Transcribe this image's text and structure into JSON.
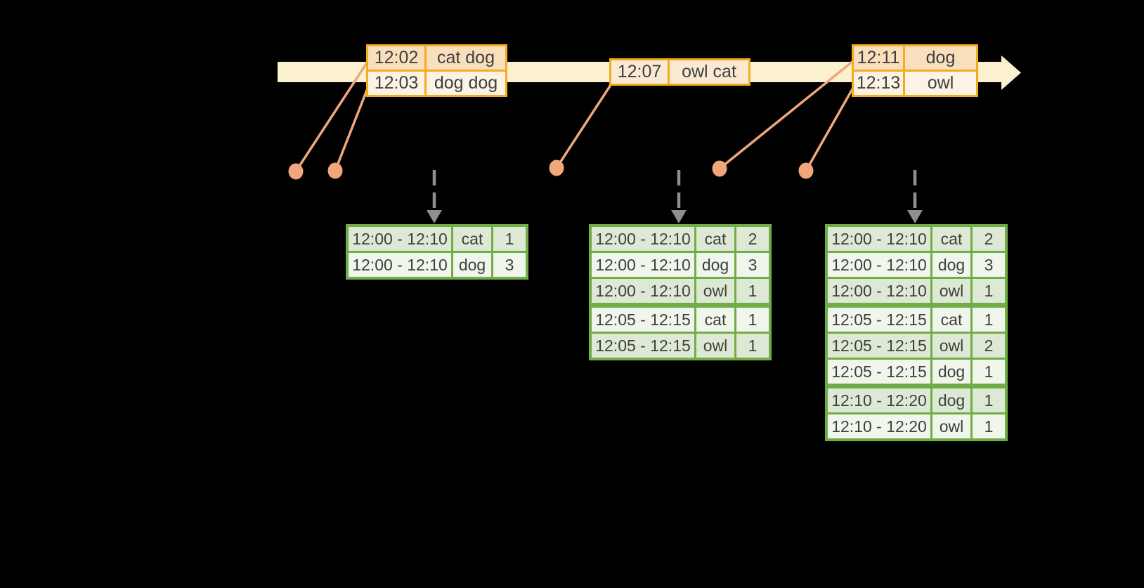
{
  "colors": {
    "background": "#000000",
    "timeline_fill": "#FBF1CE",
    "input_table_border": "#F3AC20",
    "input_row_dark": "#F9DFBC",
    "input_row_light": "#FDF3E4",
    "input_row_mid": "#FBEAD3",
    "connector_salmon": "#F0A77B",
    "result_table_border": "#70AD47",
    "result_row_dark": "#DDE9D5",
    "result_row_light": "#F0F6EC",
    "trigger_arrow_gray": "#8D8F92",
    "text": "#3F3F3F"
  },
  "icons": [
    "timeline-arrow-icon",
    "event-dot-icon",
    "trigger-down-arrow-icon"
  ],
  "input_tables": [
    {
      "rows": [
        {
          "time": "12:02",
          "words": "cat dog"
        },
        {
          "time": "12:03",
          "words": "dog dog"
        }
      ]
    },
    {
      "rows": [
        {
          "time": "12:07",
          "words": "owl cat"
        }
      ]
    },
    {
      "rows": [
        {
          "time": "12:11",
          "words": "dog"
        },
        {
          "time": "12:13",
          "words": "owl"
        }
      ]
    }
  ],
  "result_tables": [
    {
      "rows": [
        {
          "window": "12:00 - 12:10",
          "word": "cat",
          "count": "1"
        },
        {
          "window": "12:00 - 12:10",
          "word": "dog",
          "count": "3"
        }
      ]
    },
    {
      "rows": [
        {
          "window": "12:00 - 12:10",
          "word": "cat",
          "count": "2"
        },
        {
          "window": "12:00 - 12:10",
          "word": "dog",
          "count": "3"
        },
        {
          "window": "12:00 - 12:10",
          "word": "owl",
          "count": "1"
        },
        {
          "window": "12:05 - 12:15",
          "word": "cat",
          "count": "1",
          "group_start": true
        },
        {
          "window": "12:05 - 12:15",
          "word": "owl",
          "count": "1"
        }
      ]
    },
    {
      "rows": [
        {
          "window": "12:00 - 12:10",
          "word": "cat",
          "count": "2"
        },
        {
          "window": "12:00 - 12:10",
          "word": "dog",
          "count": "3"
        },
        {
          "window": "12:00 - 12:10",
          "word": "owl",
          "count": "1"
        },
        {
          "window": "12:05 - 12:15",
          "word": "cat",
          "count": "1",
          "group_start": true
        },
        {
          "window": "12:05 - 12:15",
          "word": "owl",
          "count": "2"
        },
        {
          "window": "12:05 - 12:15",
          "word": "dog",
          "count": "1"
        },
        {
          "window": "12:10 - 12:20",
          "word": "dog",
          "count": "1",
          "group_start": true
        },
        {
          "window": "12:10 - 12:20",
          "word": "owl",
          "count": "1"
        }
      ]
    }
  ]
}
